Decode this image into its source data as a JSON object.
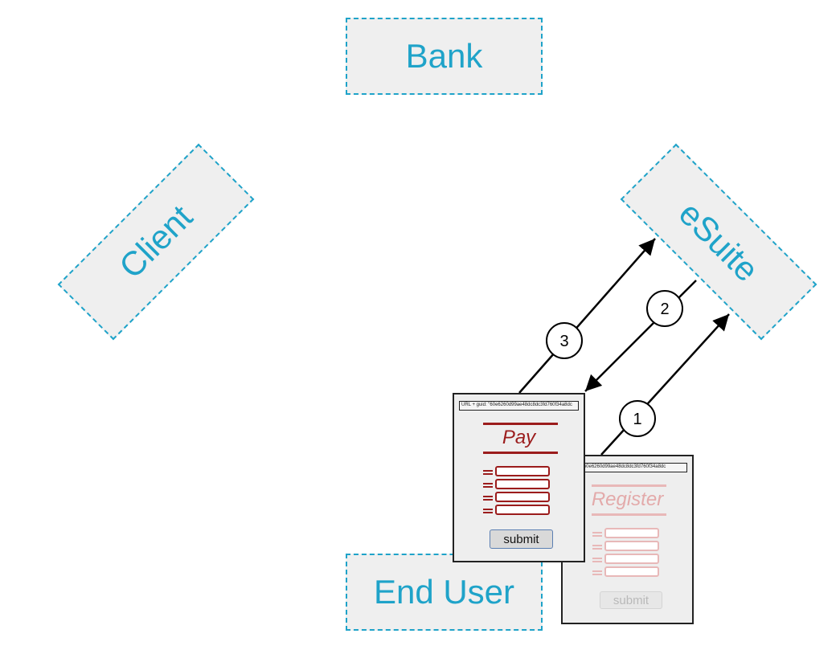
{
  "entities": {
    "bank": "Bank",
    "client": "Client",
    "esuite": "eSuite",
    "end_user": "End User"
  },
  "steps": [
    "1",
    "2",
    "3"
  ],
  "forms": {
    "register": {
      "url": "guid: \"60e6260d99ae48dc8dc3fd760f34a8dc",
      "title": "Register",
      "submit": "submit"
    },
    "pay": {
      "url": "URL + guid: \"60e6260d99ae48dc8dc3fd760f34a8dc",
      "title": "Pay",
      "submit": "submit"
    }
  },
  "colors": {
    "entity_text": "#1fa3c9",
    "entity_border": "#1fa3c9",
    "entity_fill": "#efefef",
    "pay_accent": "#9b1c1c",
    "register_accent": "#e8b8b8"
  }
}
